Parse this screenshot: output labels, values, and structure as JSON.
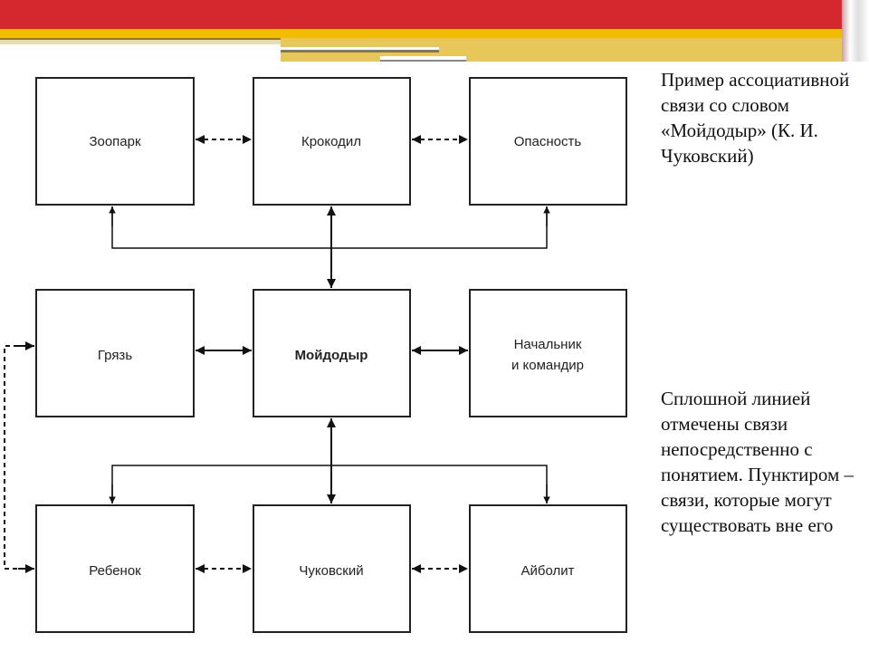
{
  "nodes": {
    "zoo": "Зоопарк",
    "croc": "Крокодил",
    "danger": "Опасность",
    "dirt": "Грязь",
    "moidodyr": "Мойдодыр",
    "chief1": "Начальник",
    "chief2": "и командир",
    "child": "Ребенок",
    "chuk": "Чуковский",
    "aibolit": "Айболит"
  },
  "notes": {
    "example": "Пример ассоциативной связи со словом «Мойдодыр» (К. И. Чуковский)",
    "legend": "Сплошной линией отмечены связи непосредственно с понятием. Пунктиром – связи, которые могут существовать вне его"
  }
}
